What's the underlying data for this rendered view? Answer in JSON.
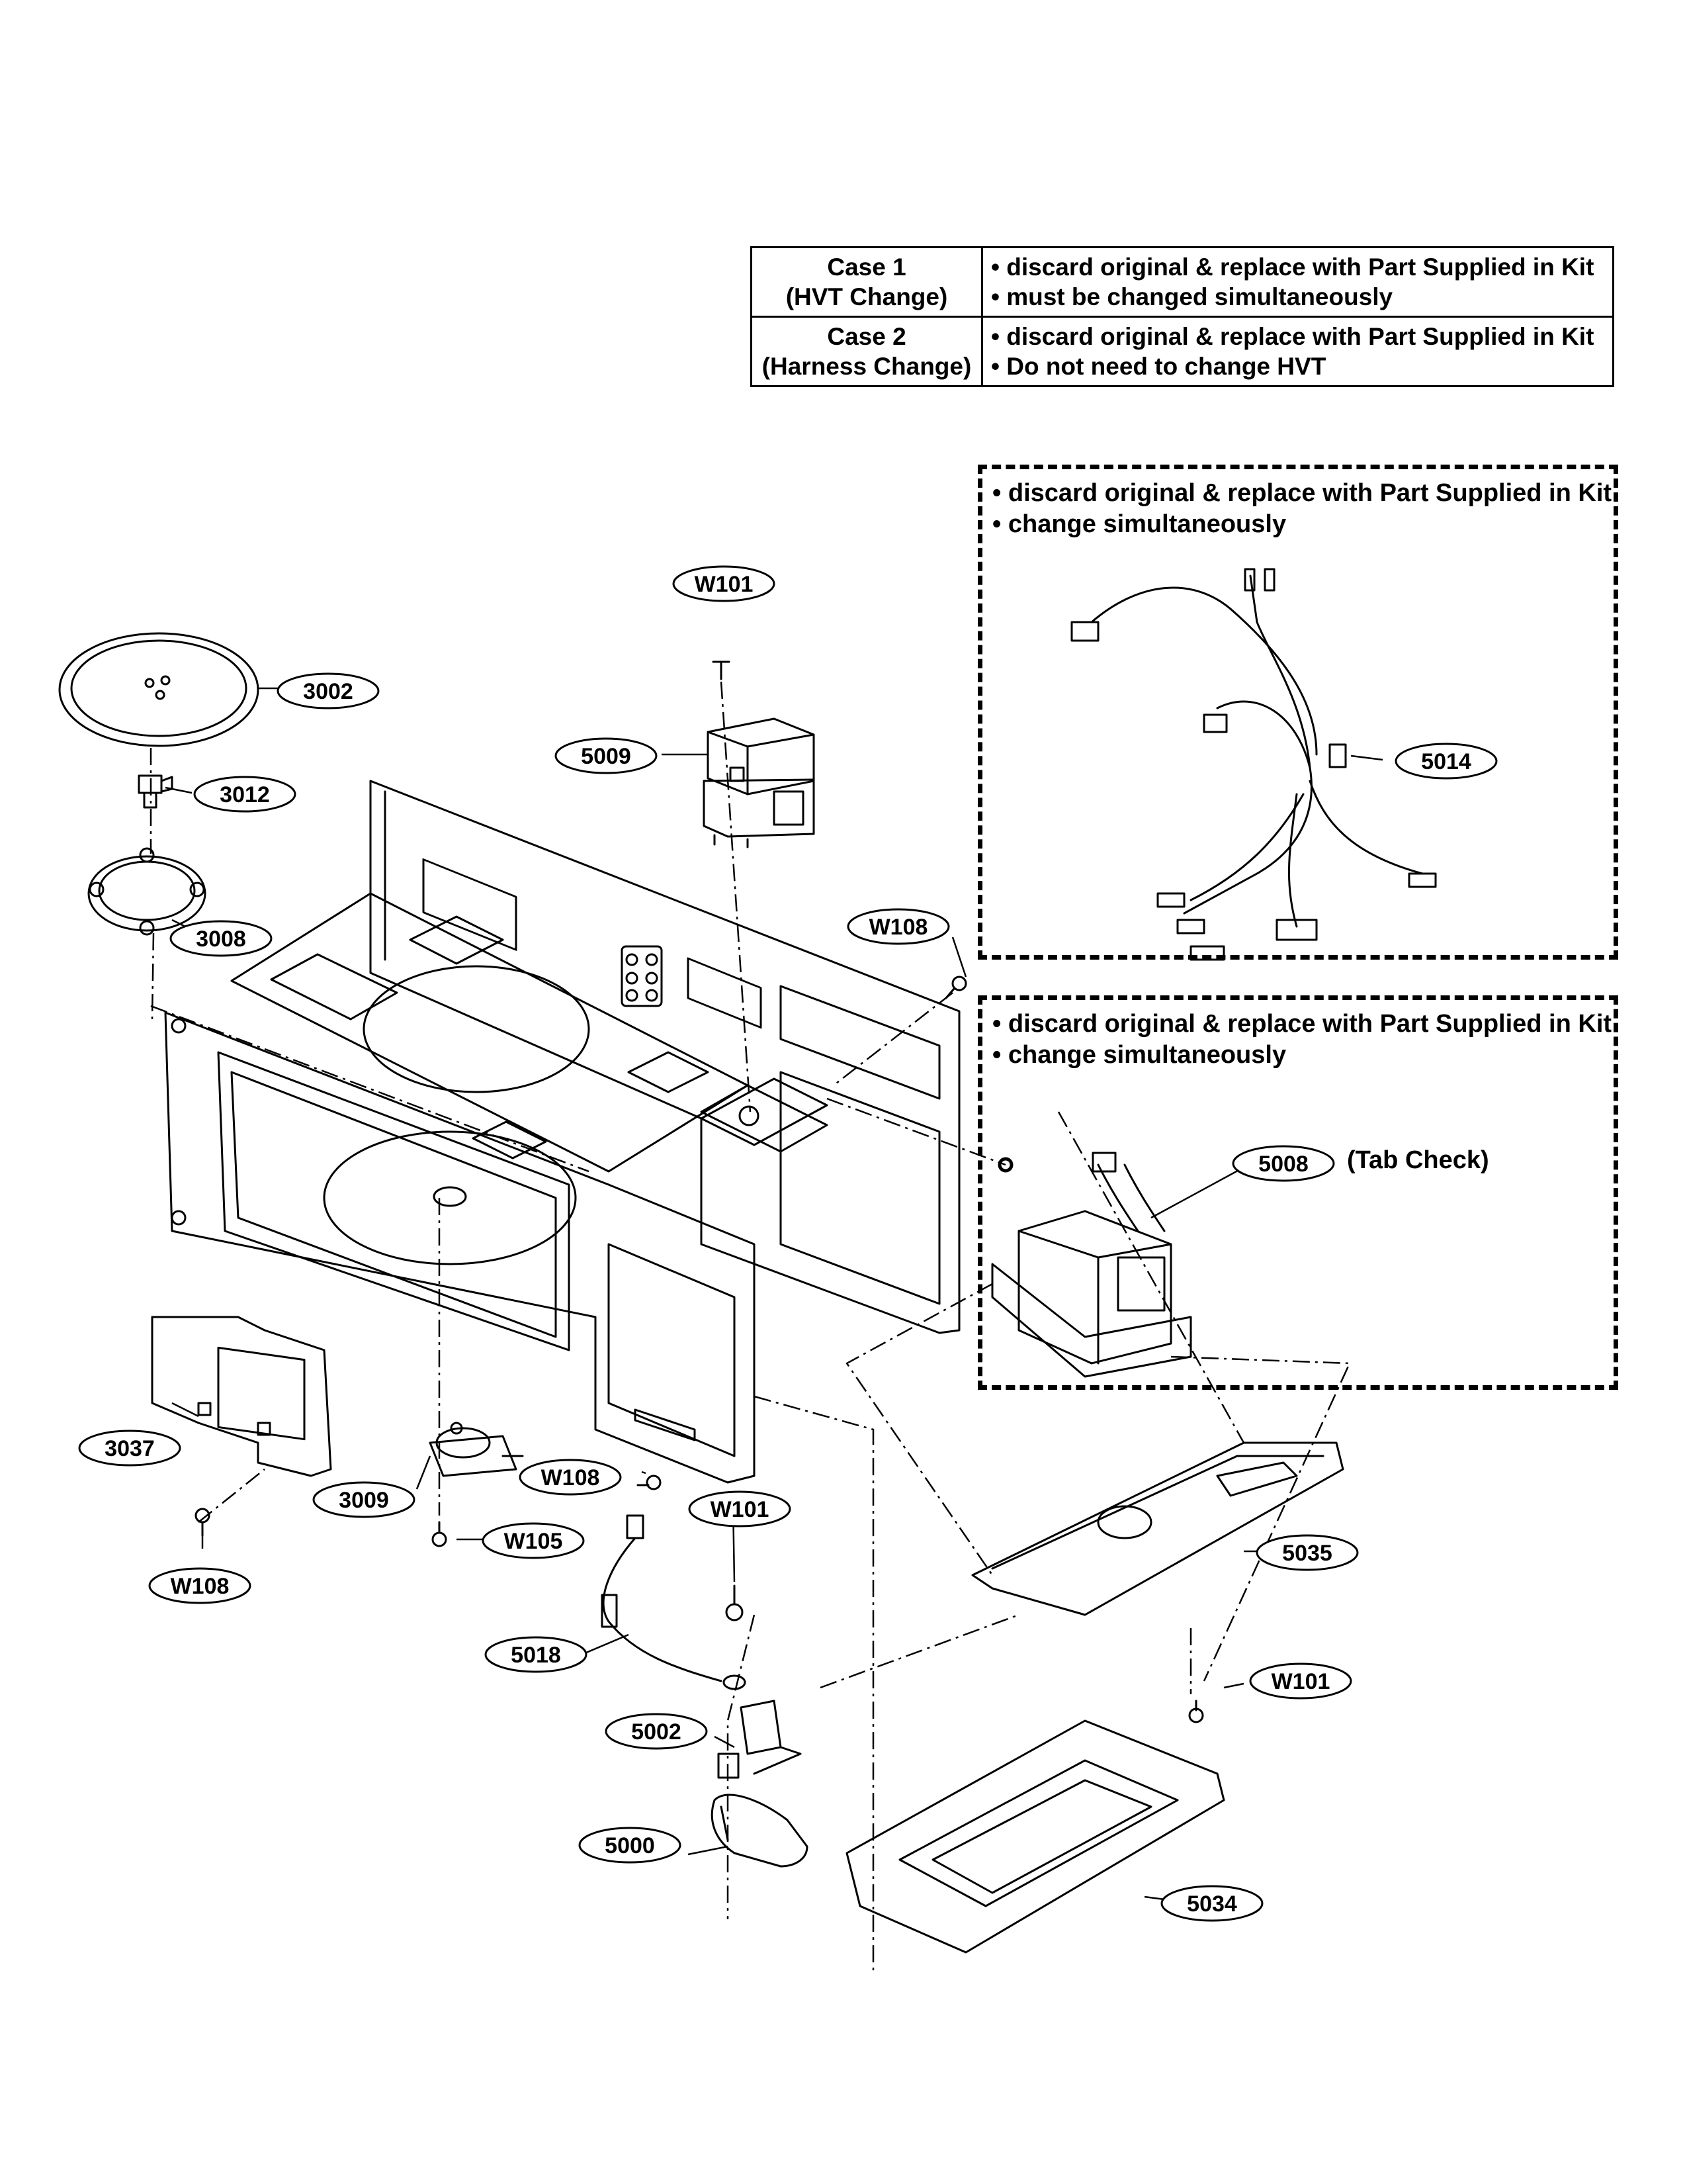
{
  "case_table": {
    "rows": [
      {
        "case": "Case 1",
        "subtitle": "(HVT Change)",
        "notes": [
          "• discard original & replace with Part Supplied in Kit",
          "• must be changed simultaneously"
        ]
      },
      {
        "case": "Case 2",
        "subtitle": "(Harness Change)",
        "notes": [
          "• discard original & replace with Part Supplied in Kit",
          "• Do not need to change HVT"
        ]
      }
    ]
  },
  "harness_box": {
    "notes": [
      "• discard original & replace with Part Supplied in Kit",
      "• change simultaneously"
    ]
  },
  "hvt_box": {
    "notes": [
      "• discard original & replace with Part Supplied in Kit",
      "• change simultaneously"
    ],
    "tab_check": "(Tab Check)"
  },
  "callouts": {
    "w101_top": "W101",
    "p3002": "3002",
    "p5009": "5009",
    "p3012": "3012",
    "p3008": "3008",
    "w108_right": "W108",
    "p5014": "5014",
    "p5008": "5008",
    "p3037": "3037",
    "p3009": "3009",
    "w108_mid": "W108",
    "w101_mid": "W101",
    "w105": "W105",
    "w108_left": "W108",
    "p5018": "5018",
    "p5035": "5035",
    "w101_right": "W101",
    "p5002": "5002",
    "p5000": "5000",
    "p5034": "5034"
  }
}
